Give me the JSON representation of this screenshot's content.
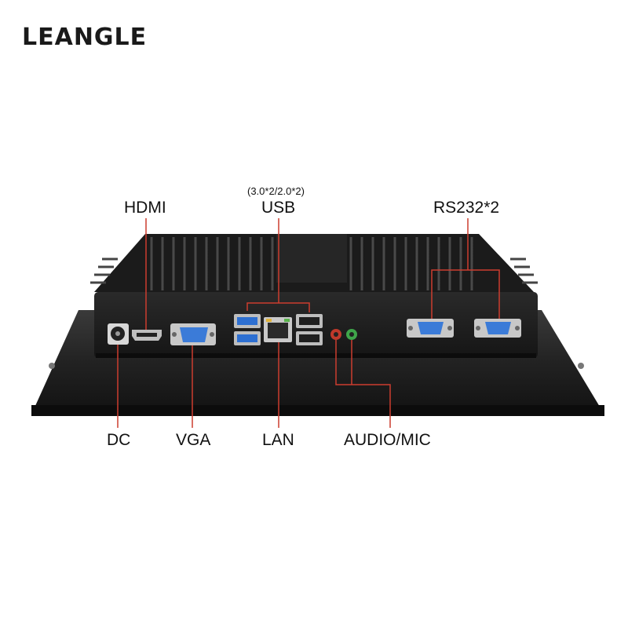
{
  "brand": {
    "logo_text": "LEANGLE"
  },
  "callouts": {
    "hdmi": "HDMI",
    "usb_spec": "(3.0*2/2.0*2)",
    "usb": "USB",
    "rs232": "RS232*2",
    "dc": "DC",
    "vga": "VGA",
    "lan": "LAN",
    "audio_mic": "AUDIO/MIC"
  },
  "colors": {
    "callout_line": "#cc3d2f",
    "chassis": "#1e1e1e",
    "usb3_blue": "#2d6fd1",
    "port_blue": "#3b7bd8",
    "audio_red": "#c0392b",
    "audio_green": "#3fa54a"
  }
}
